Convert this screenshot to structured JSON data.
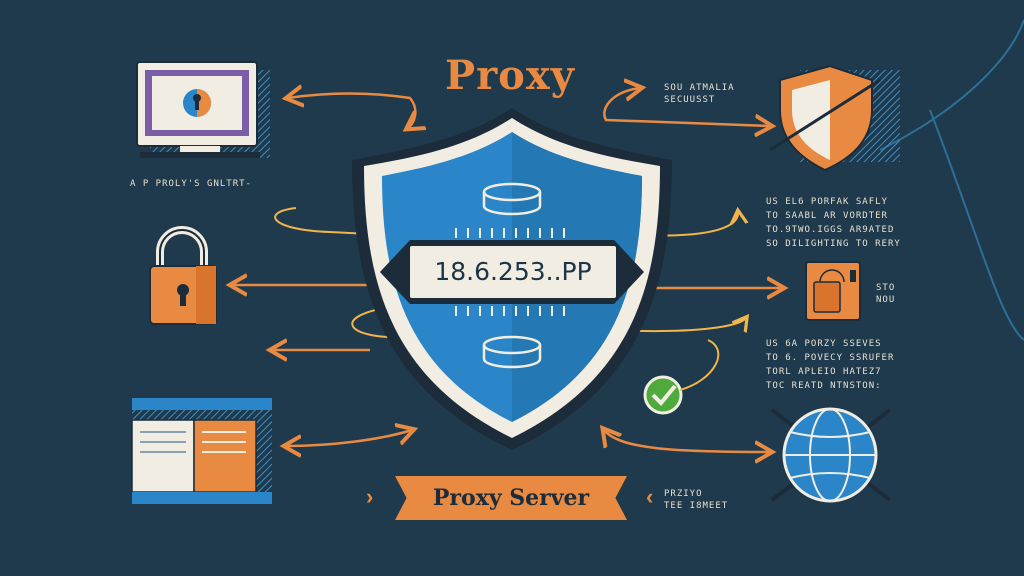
{
  "title": "Proxy",
  "ip_address": "18.6.253..PP",
  "banner_label": "Proxy Server",
  "labels": {
    "top_left": "A P PROLY'S GNLTRT-",
    "top_right_1": "SOU ATMALIA",
    "top_right_2": "SECUUSST",
    "right_mid_1": "US EL6 PORFAK SAFLY",
    "right_mid_2": "TO SAABL AR VORDTER",
    "right_mid_3": "TO.9TWO.IGGS AR9ATED",
    "right_mid_4": "SO DILIGHTING TO RERY",
    "right_small": "STO",
    "right_small_2": "NOU",
    "right_low_1": "US 6A PORZY SSEVES",
    "right_low_2": "TO 6. POVECY SSRUFER",
    "right_low_3": "TORL APLEIO HATEZ7",
    "right_low_4": "TOC REATD NTNSTON:",
    "bottom_right_1": "PRZIYO",
    "bottom_right_2": "TEE I8MEET"
  },
  "icons": {
    "monitor": "monitor-with-keyhole-icon",
    "padlock": "padlock-icon",
    "server": "server-rack-icon",
    "small_shield": "security-shield-icon",
    "router": "router-device-icon",
    "check": "green-check-badge-icon",
    "globe": "globe-icon",
    "center_shield": "central-proxy-shield-icon"
  },
  "colors": {
    "background": "#1e3a4c",
    "accent_orange": "#e98a42",
    "shield_blue": "#2a86c8",
    "cream": "#f2ede3",
    "arrow_yellow": "#f1b54a",
    "check_green": "#4faa3c"
  }
}
